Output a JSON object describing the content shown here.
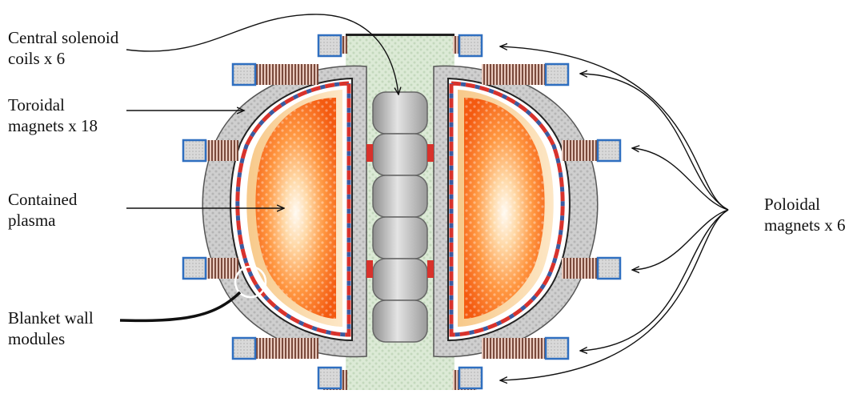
{
  "labels": {
    "central_solenoid": {
      "line1": "Central solenoid",
      "line2": "coils x 6"
    },
    "toroidal": {
      "line1": "Toroidal",
      "line2": "magnets x 18"
    },
    "plasma": {
      "line1": "Contained",
      "line2": "plasma"
    },
    "blanket": {
      "line1": "Blanket wall",
      "line2": "modules"
    },
    "poloidal": {
      "line1": "Poloidal",
      "line2": "magnets x 6"
    }
  },
  "colors": {
    "shield_gray": "#c4c4c4",
    "coil_copper": "#8a5a4a",
    "plasma_core": "#fff6ea",
    "plasma_edge": "#ff6a10",
    "wall_red": "#d8322c",
    "wall_blue": "#3a5aa0",
    "solenoid_green": "#cfe0c8",
    "magnet_blue": "#2f6fc0"
  }
}
